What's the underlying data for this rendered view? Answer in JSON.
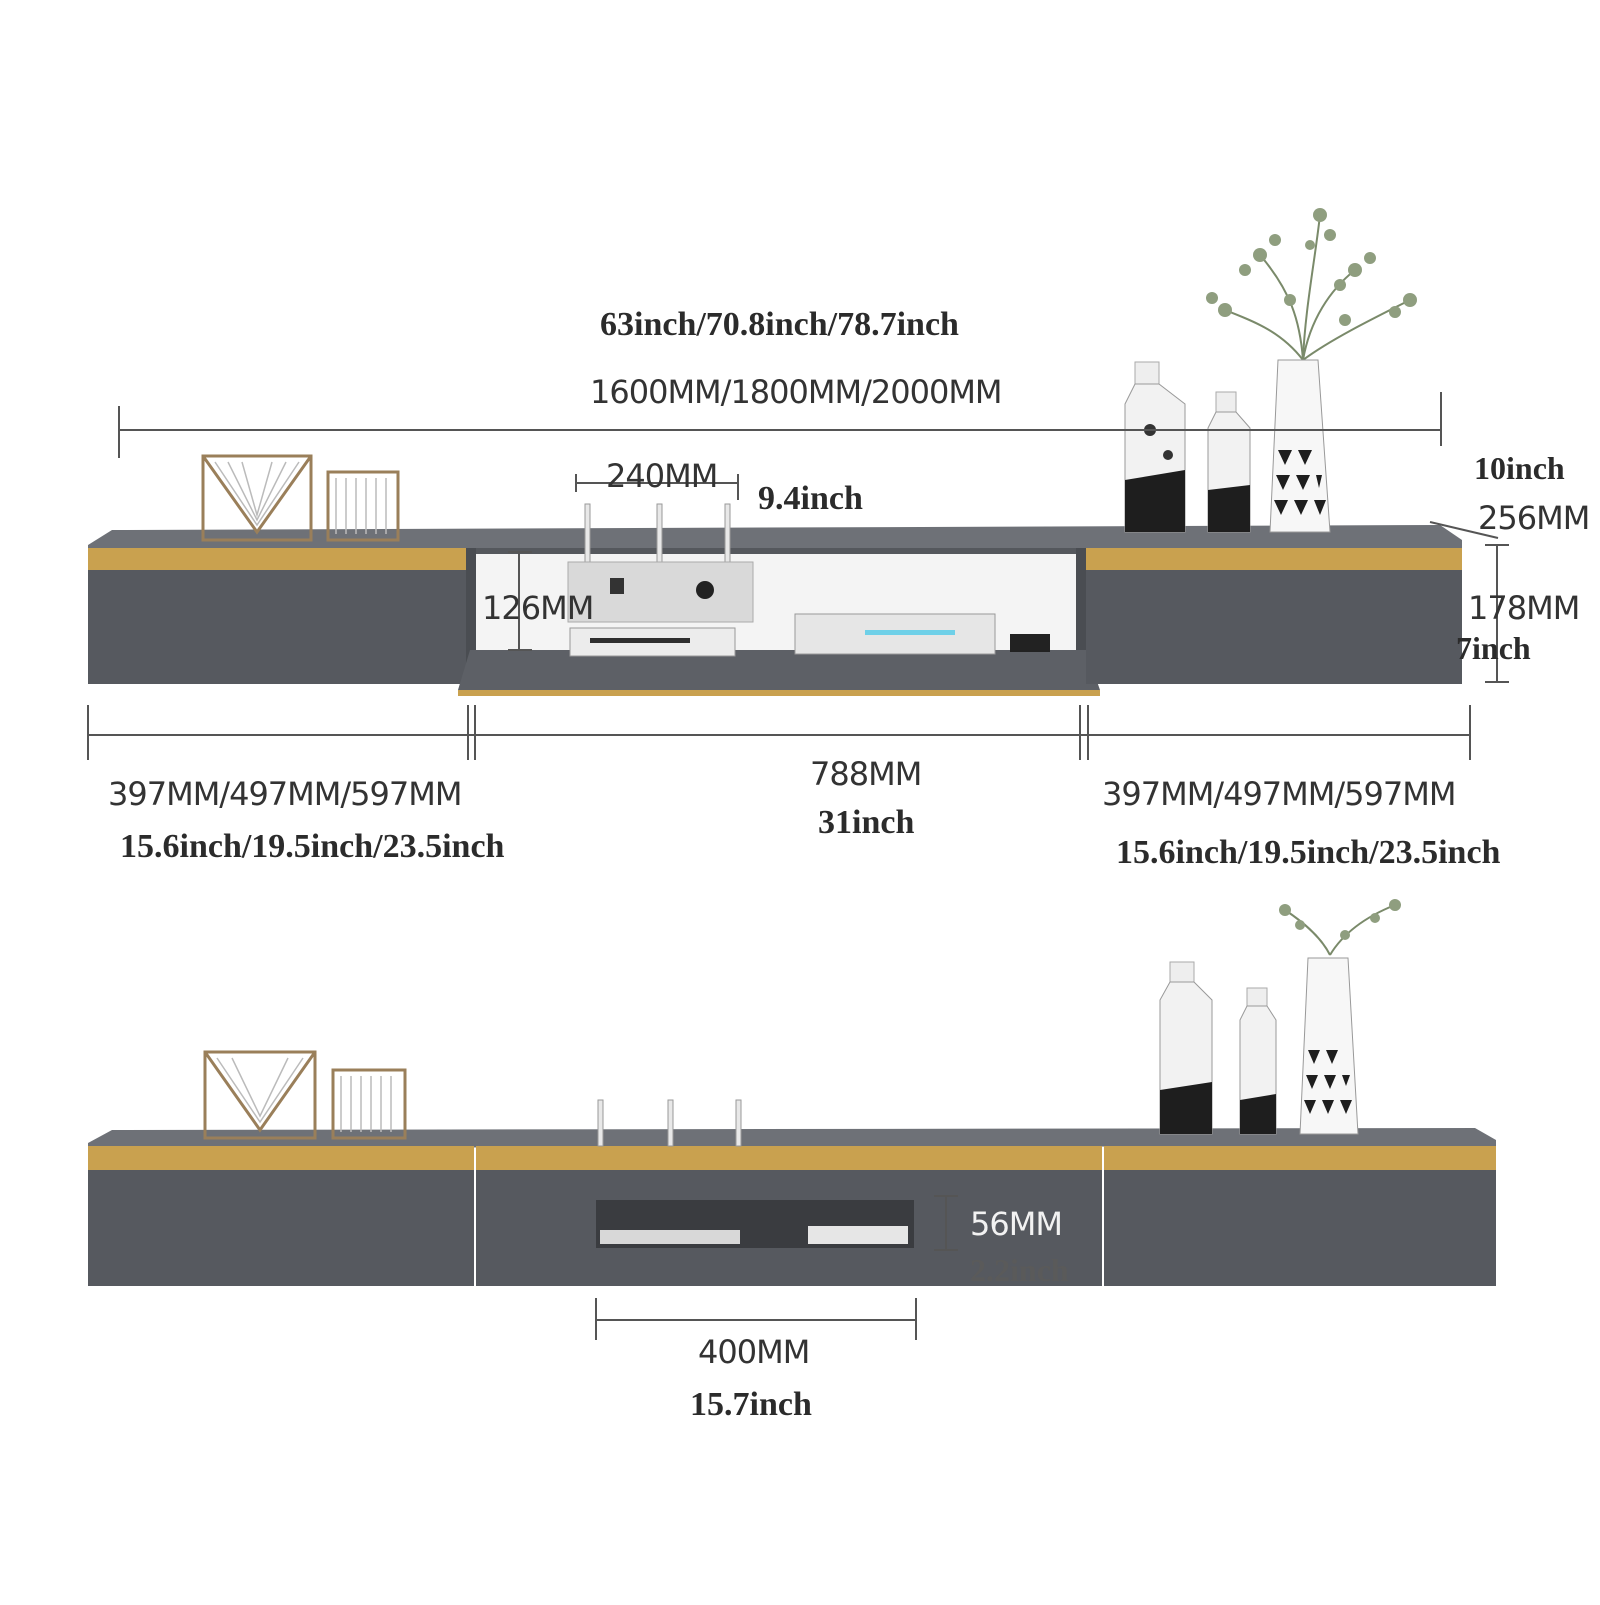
{
  "colors": {
    "panel": "#56595f",
    "panel_dark": "#3f4247",
    "panel_top": "#6b6e74",
    "gold": "#c9a14f",
    "dimension_line": "#555555"
  },
  "top_view": {
    "overall_inch": "63inch/70.8inch/78.7inch",
    "overall_mm": "1600MM/1800MM/2000MM",
    "router_width_mm": "240MM",
    "router_width_inch": "9.4inch",
    "depth_inch": "10inch",
    "depth_mm": "256MM",
    "open_height_mm": "126MM",
    "height_mm": "178MM",
    "height_inch": "7inch",
    "left_width_mm": "397MM/497MM/597MM",
    "left_width_inch": "15.6inch/19.5inch/23.5inch",
    "center_width_mm": "788MM",
    "center_width_inch": "31inch",
    "right_width_mm": "397MM/497MM/597MM",
    "right_width_inch": "15.6inch/19.5inch/23.5inch"
  },
  "bottom_view": {
    "slot_height_mm": "56MM",
    "slot_height_inch": "2.2inch",
    "slot_width_mm": "400MM",
    "slot_width_inch": "15.7inch"
  },
  "icons": {
    "decor_left": "geometric-wire-ornament-icon",
    "decor_right": "vase-plant-icon",
    "devices": "router-settop-box-icon"
  }
}
